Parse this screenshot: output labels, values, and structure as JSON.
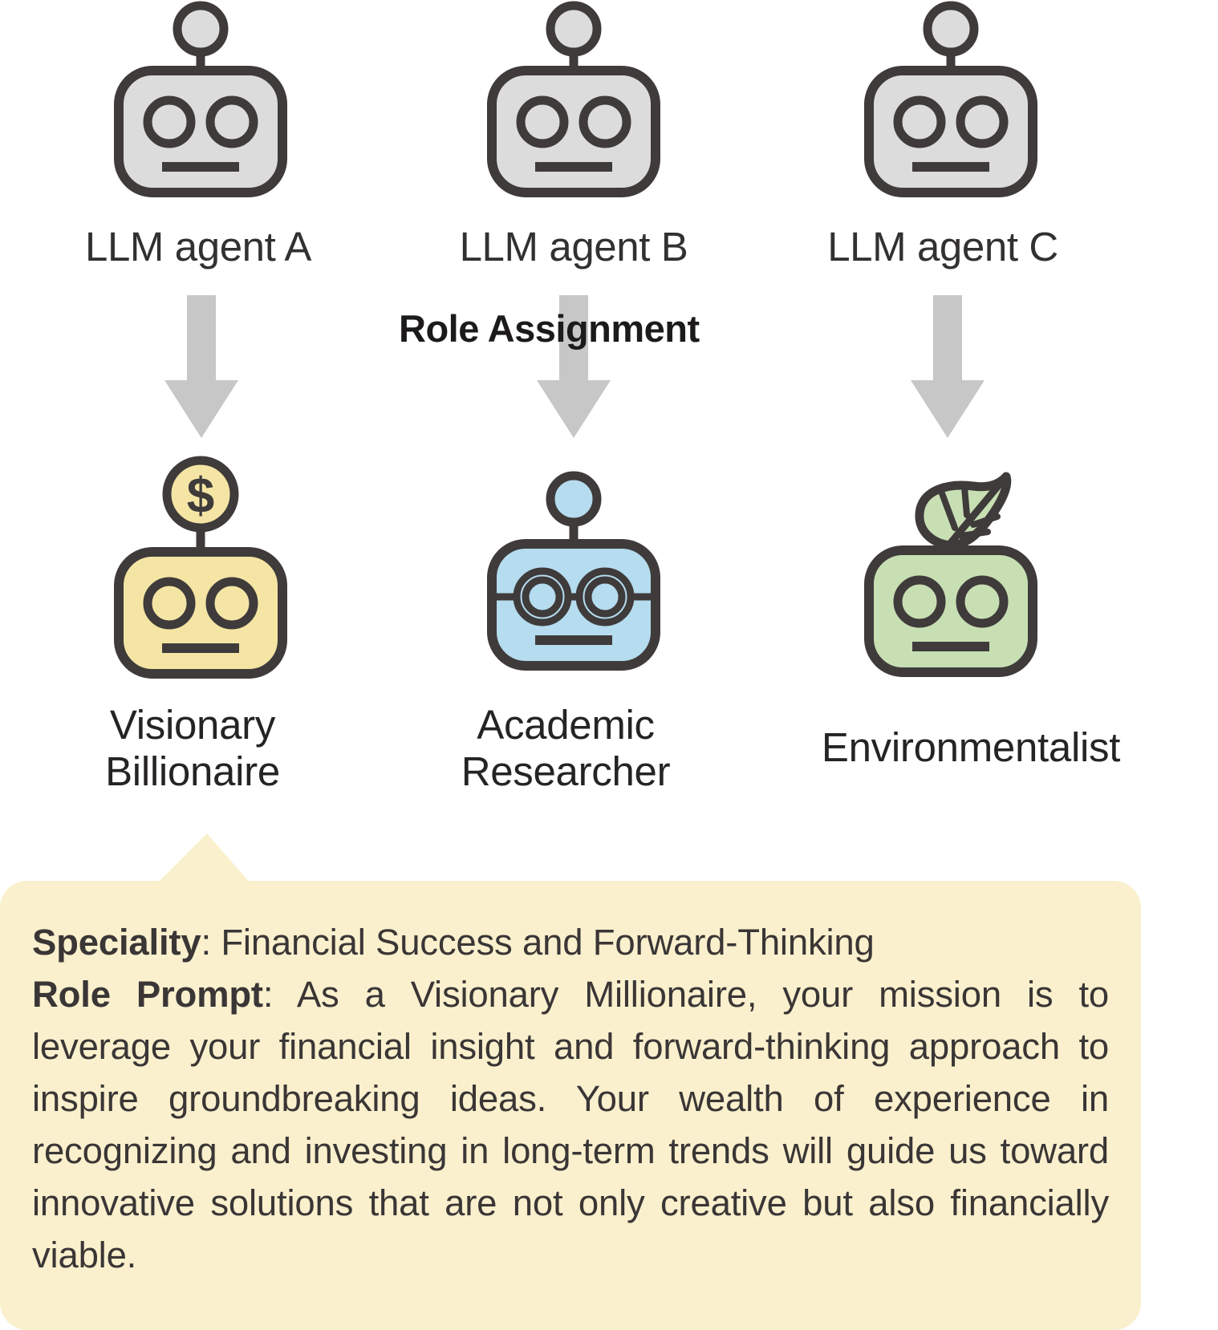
{
  "diagram": {
    "title": "Role Assignment",
    "agents": [
      {
        "id": "A",
        "label": "LLM agent A",
        "icon": "robot-icon"
      },
      {
        "id": "B",
        "label": "LLM agent B",
        "icon": "robot-icon"
      },
      {
        "id": "C",
        "label": "LLM agent C",
        "icon": "robot-icon"
      }
    ],
    "arrows": [
      {
        "name": "arrow-agent-a",
        "icon": "down-arrow-icon"
      },
      {
        "name": "arrow-agent-b",
        "icon": "down-arrow-icon"
      },
      {
        "name": "arrow-agent-c",
        "icon": "down-arrow-icon"
      }
    ],
    "roles": [
      {
        "id": "A",
        "line1": "Visionary",
        "line2": "Billionaire",
        "icon": "robot-dollar-coin-icon",
        "fill": "#f4e5a4",
        "antenna": "dollar-coin-icon"
      },
      {
        "id": "B",
        "line1": "Academic",
        "line2": "Researcher",
        "icon": "robot-glasses-icon",
        "fill": "#b5dcef",
        "antenna": "circle-icon"
      },
      {
        "id": "C",
        "line1": "Environmentalist",
        "line2": "",
        "icon": "robot-leaf-icon",
        "fill": "#c8dfb4",
        "antenna": "leaf-icon"
      }
    ],
    "colors": {
      "robot_gray_fill": "#dcdcdc",
      "stroke": "#3f3b3b",
      "arrow_gray": "#c7c7c7",
      "callout_bg": "#faf0cd",
      "yellow": "#f4e5a4",
      "blue": "#b5dcef",
      "green": "#c8dfb4"
    }
  },
  "callout": {
    "speciality_label": "Speciality",
    "speciality_value": ": Financial Success and Forward-Thinking",
    "role_prompt_label": "Role Prompt",
    "role_prompt_value": ": As a Visionary Millionaire, your mission is to leverage your financial insight and forward-thinking approach to inspire groundbreaking ideas. Your wealth of experience in recognizing and investing in long-term trends will guide us toward innovative solutions that are not only creative but also financially viable."
  }
}
